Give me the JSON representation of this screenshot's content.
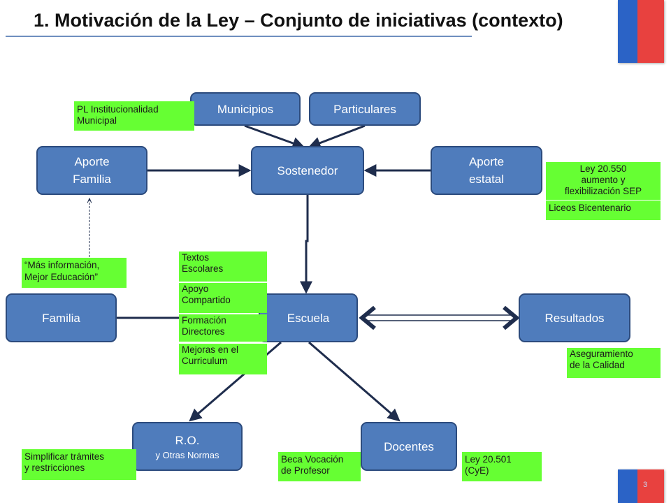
{
  "title": "1. Motivación de la Ley – Conjunto de iniciativas (contexto)",
  "page_number": "3",
  "nodes": {
    "municipios": "Municipios",
    "particulares": "Particulares",
    "aporte_familia_1": "Aporte",
    "aporte_familia_2": "Familia",
    "sostenedor": "Sostenedor",
    "aporte_estatal_1": "Aporte",
    "aporte_estatal_2": "estatal",
    "familia": "Familia",
    "escuela": "Escuela",
    "resultados": "Resultados",
    "ro_1": "R.O.",
    "ro_2": "y Otras Normas",
    "docentes": "Docentes"
  },
  "labels": {
    "pl_1": "PL Institucionalidad",
    "pl_2": "Municipal",
    "ley20550_1": "Ley 20.550",
    "ley20550_2": "aumento y",
    "ley20550_3": "flexibilización SEP",
    "liceos": "Liceos Bicentenario",
    "mas_info_1": "“Más información,",
    "mas_info_2": "Mejor Educación”",
    "textos_1": "Textos",
    "textos_2": "Escolares",
    "apoyo_1": "Apoyo",
    "apoyo_2": "Compartido",
    "formacion_1": "Formación",
    "formacion_2": "Directores",
    "mejoras_1": "Mejoras en el",
    "mejoras_2": "Curriculum",
    "aseguramiento_1": "Aseguramiento",
    "aseguramiento_2": "de la Calidad",
    "simplificar_1": "Simplificar trámites",
    "simplificar_2": "y restricciones",
    "beca_1": "Beca Vocación",
    "beca_2": "de Profesor",
    "ley20501_1": "Ley 20.501",
    "ley20501_2": "(CyE)"
  },
  "colors": {
    "node_fill": "#4f7cbc",
    "node_border": "#2c4b7d",
    "label_fill": "#66ff33",
    "arrow": "#1f2d4d",
    "flag_blue": "#2b63c6",
    "flag_red": "#e8413f"
  }
}
